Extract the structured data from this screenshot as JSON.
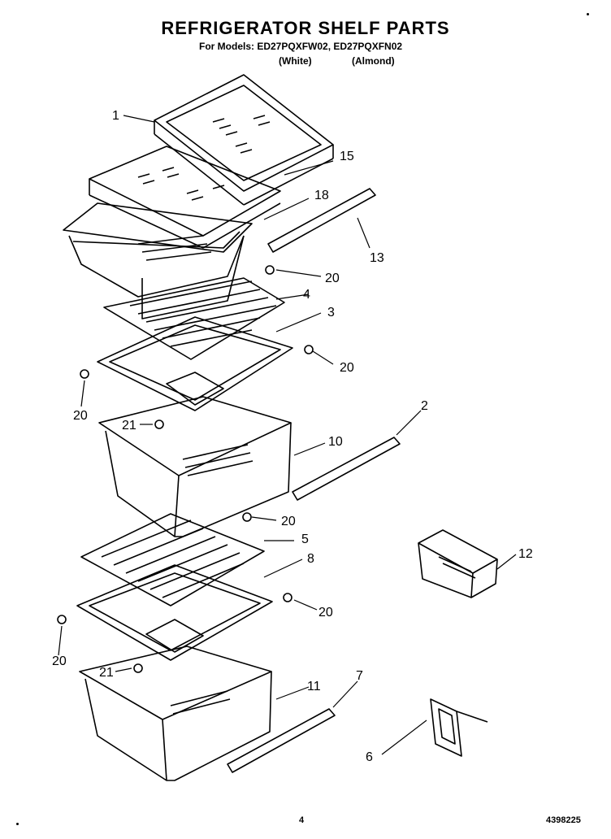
{
  "header": {
    "title": "REFRIGERATOR SHELF PARTS",
    "models_line": "For Models: ED27PQXFW02, ED27PQXFN02",
    "variant_white": "(White)",
    "variant_almond": "(Almond)"
  },
  "footer": {
    "page_number": "4",
    "document_number": "4398225"
  },
  "callouts": {
    "c1": "1",
    "c15": "15",
    "c18": "18",
    "c13": "13",
    "c20a": "20",
    "c4": "4",
    "c3": "3",
    "c20b": "20",
    "c20c": "20",
    "c21a": "21",
    "c10": "10",
    "c2": "2",
    "c20d": "20",
    "c5": "5",
    "c8": "8",
    "c12": "12",
    "c20e": "20",
    "c20f": "20",
    "c21b": "21",
    "c11": "11",
    "c7": "7",
    "c6": "6"
  }
}
